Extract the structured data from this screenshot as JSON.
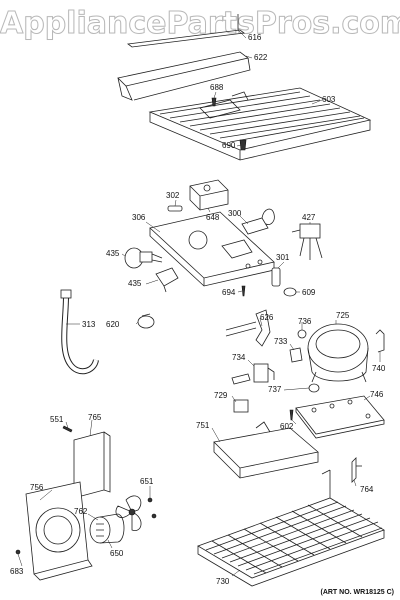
{
  "watermark": "AppliancePartsPros.com",
  "art_number": "(ART NO. WR18125 C)",
  "labels": {
    "p616": "616",
    "p622": "622",
    "p688": "688",
    "p603": "603",
    "p690": "690",
    "p302": "302",
    "p648": "648",
    "p306": "306",
    "p300": "300",
    "p427": "427",
    "p435a": "435",
    "p301": "301",
    "p435b": "435",
    "p694": "694",
    "p609": "609",
    "p313": "313",
    "p626": "626",
    "p725": "725",
    "p620": "620",
    "p736": "736",
    "p733": "733",
    "p734": "734",
    "p740": "740",
    "p729": "729",
    "p737": "737",
    "p746": "746",
    "p551": "551",
    "p765": "765",
    "p602": "602",
    "p751": "751",
    "p651": "651",
    "p756": "756",
    "p762": "762",
    "p764": "764",
    "p650": "650",
    "p683": "683",
    "p730": "730"
  }
}
